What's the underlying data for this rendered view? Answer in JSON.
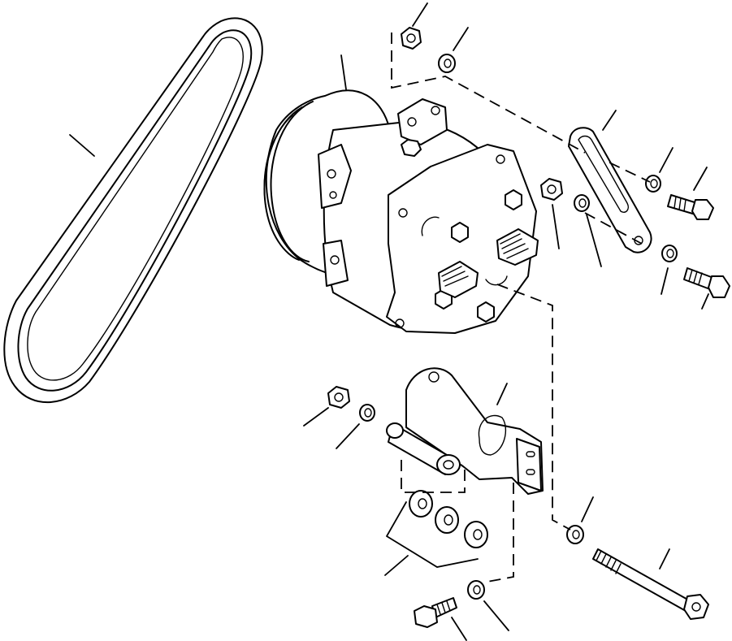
{
  "diagram": {
    "parts": [
      {
        "id": "drive-belt",
        "icon": "drive-belt-icon"
      },
      {
        "id": "ac-compressor",
        "icon": "compressor-icon"
      },
      {
        "id": "adjusting-strap",
        "icon": "adjusting-strap-icon"
      },
      {
        "id": "mounting-bracket",
        "icon": "mounting-bracket-icon"
      },
      {
        "id": "long-bolt",
        "icon": "bolt-icon"
      },
      {
        "id": "hex-nut",
        "icon": "nut-icon"
      },
      {
        "id": "lock-washer",
        "icon": "washer-icon"
      },
      {
        "id": "spacer-washers",
        "icon": "flat-washer-icon"
      }
    ],
    "colors": {
      "line": "#000000",
      "background": "#ffffff"
    }
  }
}
